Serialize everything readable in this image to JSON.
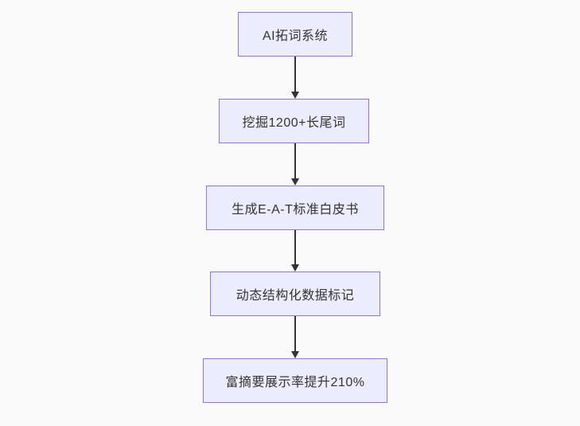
{
  "diagram": {
    "type": "flowchart",
    "direction": "top-down",
    "nodes": [
      {
        "label": "AI拓词系统"
      },
      {
        "label": "挖掘1200+长尾词"
      },
      {
        "label": "生成E-A-T标准白皮书"
      },
      {
        "label": "动态结构化数据标记"
      },
      {
        "label": "富摘要展示率提升210%"
      }
    ],
    "edges": [
      {
        "from": 0,
        "to": 1
      },
      {
        "from": 1,
        "to": 2
      },
      {
        "from": 2,
        "to": 3
      },
      {
        "from": 3,
        "to": 4
      }
    ],
    "colors": {
      "background": "#fafafa",
      "node_fill": "#ececff",
      "node_border": "#9370db",
      "node_text": "#333333",
      "edge_color": "#333333"
    }
  }
}
